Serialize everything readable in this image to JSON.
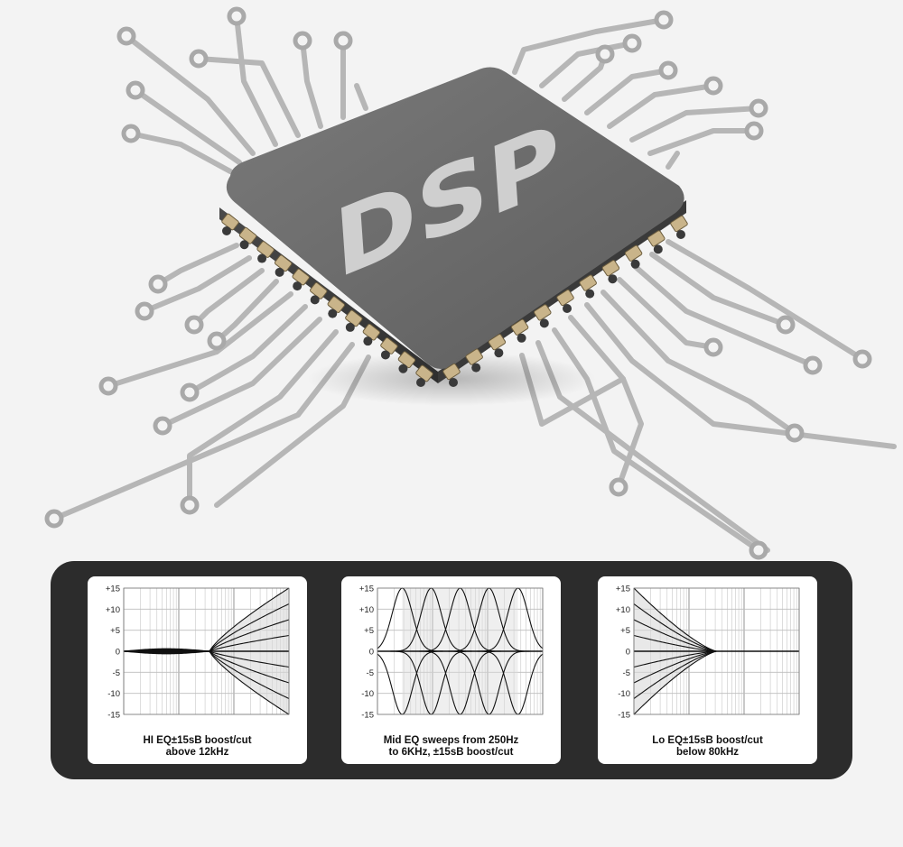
{
  "chip": {
    "label": "DSP"
  },
  "eq_panels": [
    {
      "id": "hi",
      "caption": [
        "HI EQ±15sB boost/cut",
        "above 12kHz"
      ]
    },
    {
      "id": "mid",
      "caption": [
        "Mid EQ sweeps from 250Hz",
        "to 6KHz, ±15sB boost/cut"
      ]
    },
    {
      "id": "lo",
      "caption": [
        "Lo EQ±15sB boost/cut",
        "below 80kHz"
      ]
    }
  ],
  "chart_data": [
    {
      "type": "line",
      "y_ticks": [
        "+15",
        "+10",
        "+5",
        "0",
        "-5",
        "-10",
        "-15"
      ],
      "ylim": [
        -15,
        15
      ],
      "grid": true,
      "gain_levels": [
        15,
        11.25,
        7.5,
        3.75,
        -3.75,
        -7.5,
        -11.25,
        -15
      ],
      "shape": "high-shelf"
    },
    {
      "type": "line",
      "y_ticks": [
        "+15",
        "+10",
        "+5",
        "0",
        "-5",
        "-10",
        "-15"
      ],
      "ylim": [
        -15,
        15
      ],
      "grid": true,
      "gain_levels": [
        15,
        -15
      ],
      "band_centers": 5,
      "shape": "bell"
    },
    {
      "type": "line",
      "y_ticks": [
        "+15",
        "+10",
        "+5",
        "0",
        "-5",
        "-10",
        "-15"
      ],
      "ylim": [
        -15,
        15
      ],
      "grid": true,
      "gain_levels": [
        15,
        11.25,
        7.5,
        3.75,
        -3.75,
        -7.5,
        -11.25,
        -15
      ],
      "shape": "low-shelf"
    }
  ],
  "colors": {
    "background": "#f3f3f3",
    "trace": "#b6b6b6",
    "chip_body": "#6e6e6e",
    "chip_label": "#cfcfcf",
    "pin": "#c9b48a",
    "band": "#2c2c2c"
  }
}
